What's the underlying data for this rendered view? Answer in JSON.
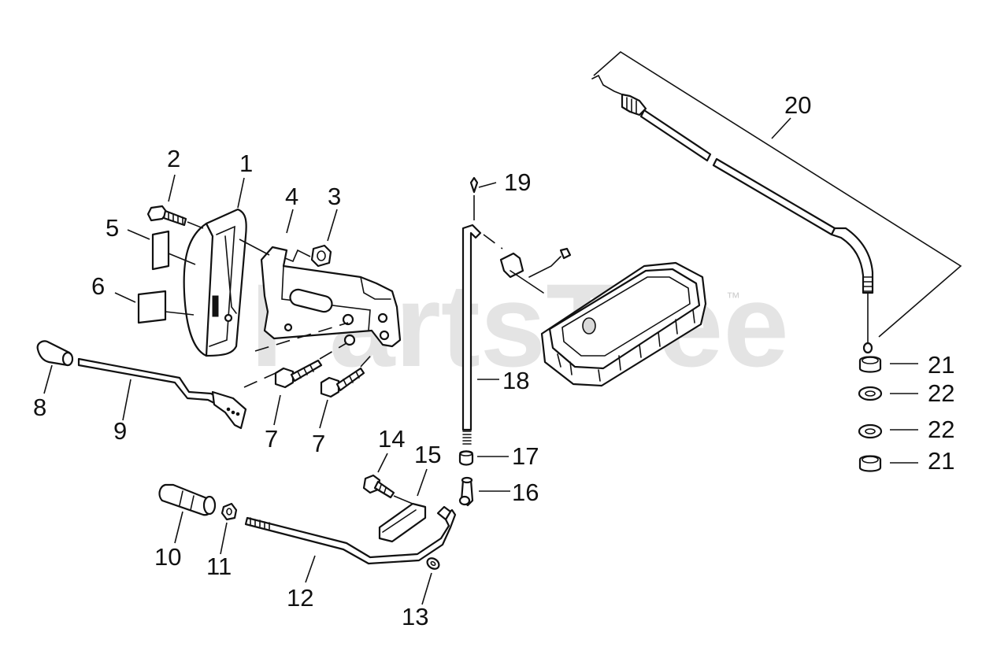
{
  "diagram": {
    "watermark": "PartsTree",
    "trademark": "™",
    "callouts": [
      {
        "id": "c1",
        "label": "1"
      },
      {
        "id": "c2",
        "label": "2"
      },
      {
        "id": "c3",
        "label": "3"
      },
      {
        "id": "c4",
        "label": "4"
      },
      {
        "id": "c5",
        "label": "5"
      },
      {
        "id": "c6",
        "label": "6"
      },
      {
        "id": "c7a",
        "label": "7"
      },
      {
        "id": "c7b",
        "label": "7"
      },
      {
        "id": "c8",
        "label": "8"
      },
      {
        "id": "c9",
        "label": "9"
      },
      {
        "id": "c10",
        "label": "10"
      },
      {
        "id": "c11",
        "label": "11"
      },
      {
        "id": "c12",
        "label": "12"
      },
      {
        "id": "c13",
        "label": "13"
      },
      {
        "id": "c14",
        "label": "14"
      },
      {
        "id": "c15",
        "label": "15"
      },
      {
        "id": "c16",
        "label": "16"
      },
      {
        "id": "c17",
        "label": "17"
      },
      {
        "id": "c18",
        "label": "18"
      },
      {
        "id": "c19",
        "label": "19"
      },
      {
        "id": "c20",
        "label": "20"
      },
      {
        "id": "c21a",
        "label": "21"
      },
      {
        "id": "c22a",
        "label": "22"
      },
      {
        "id": "c22b",
        "label": "22"
      },
      {
        "id": "c21b",
        "label": "21"
      }
    ]
  }
}
